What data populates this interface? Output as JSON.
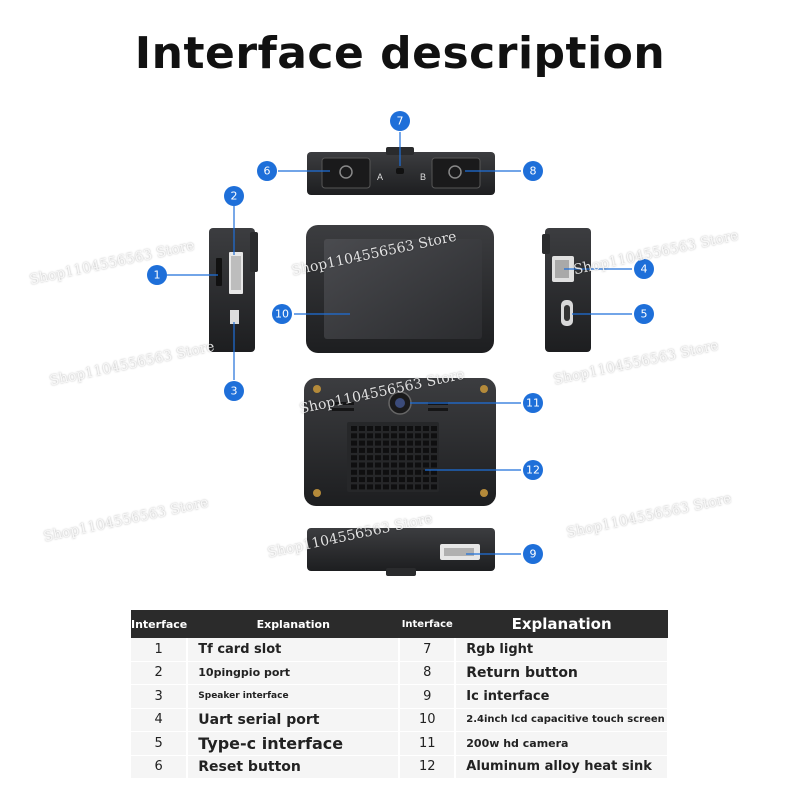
{
  "title": "Interface description",
  "watermark": "Shop1104556563 Store",
  "callouts": [
    "1",
    "2",
    "3",
    "4",
    "5",
    "6",
    "7",
    "8",
    "9",
    "10",
    "11",
    "12"
  ],
  "button_labels": {
    "a": "A",
    "b": "B"
  },
  "table": {
    "headers": [
      "Interface",
      "Explanation",
      "Interface",
      "Explanation"
    ],
    "rows": [
      {
        "n1": "1",
        "e1": "Tf card slot",
        "n2": "7",
        "e2": "Rgb light"
      },
      {
        "n1": "2",
        "e1": "10pingpio port",
        "n2": "8",
        "e2": "Return button"
      },
      {
        "n1": "3",
        "e1": "Speaker interface",
        "n2": "9",
        "e2": "Ic interface"
      },
      {
        "n1": "4",
        "e1": "Uart serial port",
        "n2": "10",
        "e2": "2.4inch lcd capacitive touch screen"
      },
      {
        "n1": "5",
        "e1": "Type-c interface",
        "n2": "11",
        "e2": "200w hd camera"
      },
      {
        "n1": "6",
        "e1": "Reset button",
        "n2": "12",
        "e2": "Aluminum alloy heat sink"
      }
    ]
  },
  "colors": {
    "callout": "#1e6fd9",
    "device": "#2f3032",
    "header": "#2b2b2b",
    "row": "#f5f5f5"
  }
}
